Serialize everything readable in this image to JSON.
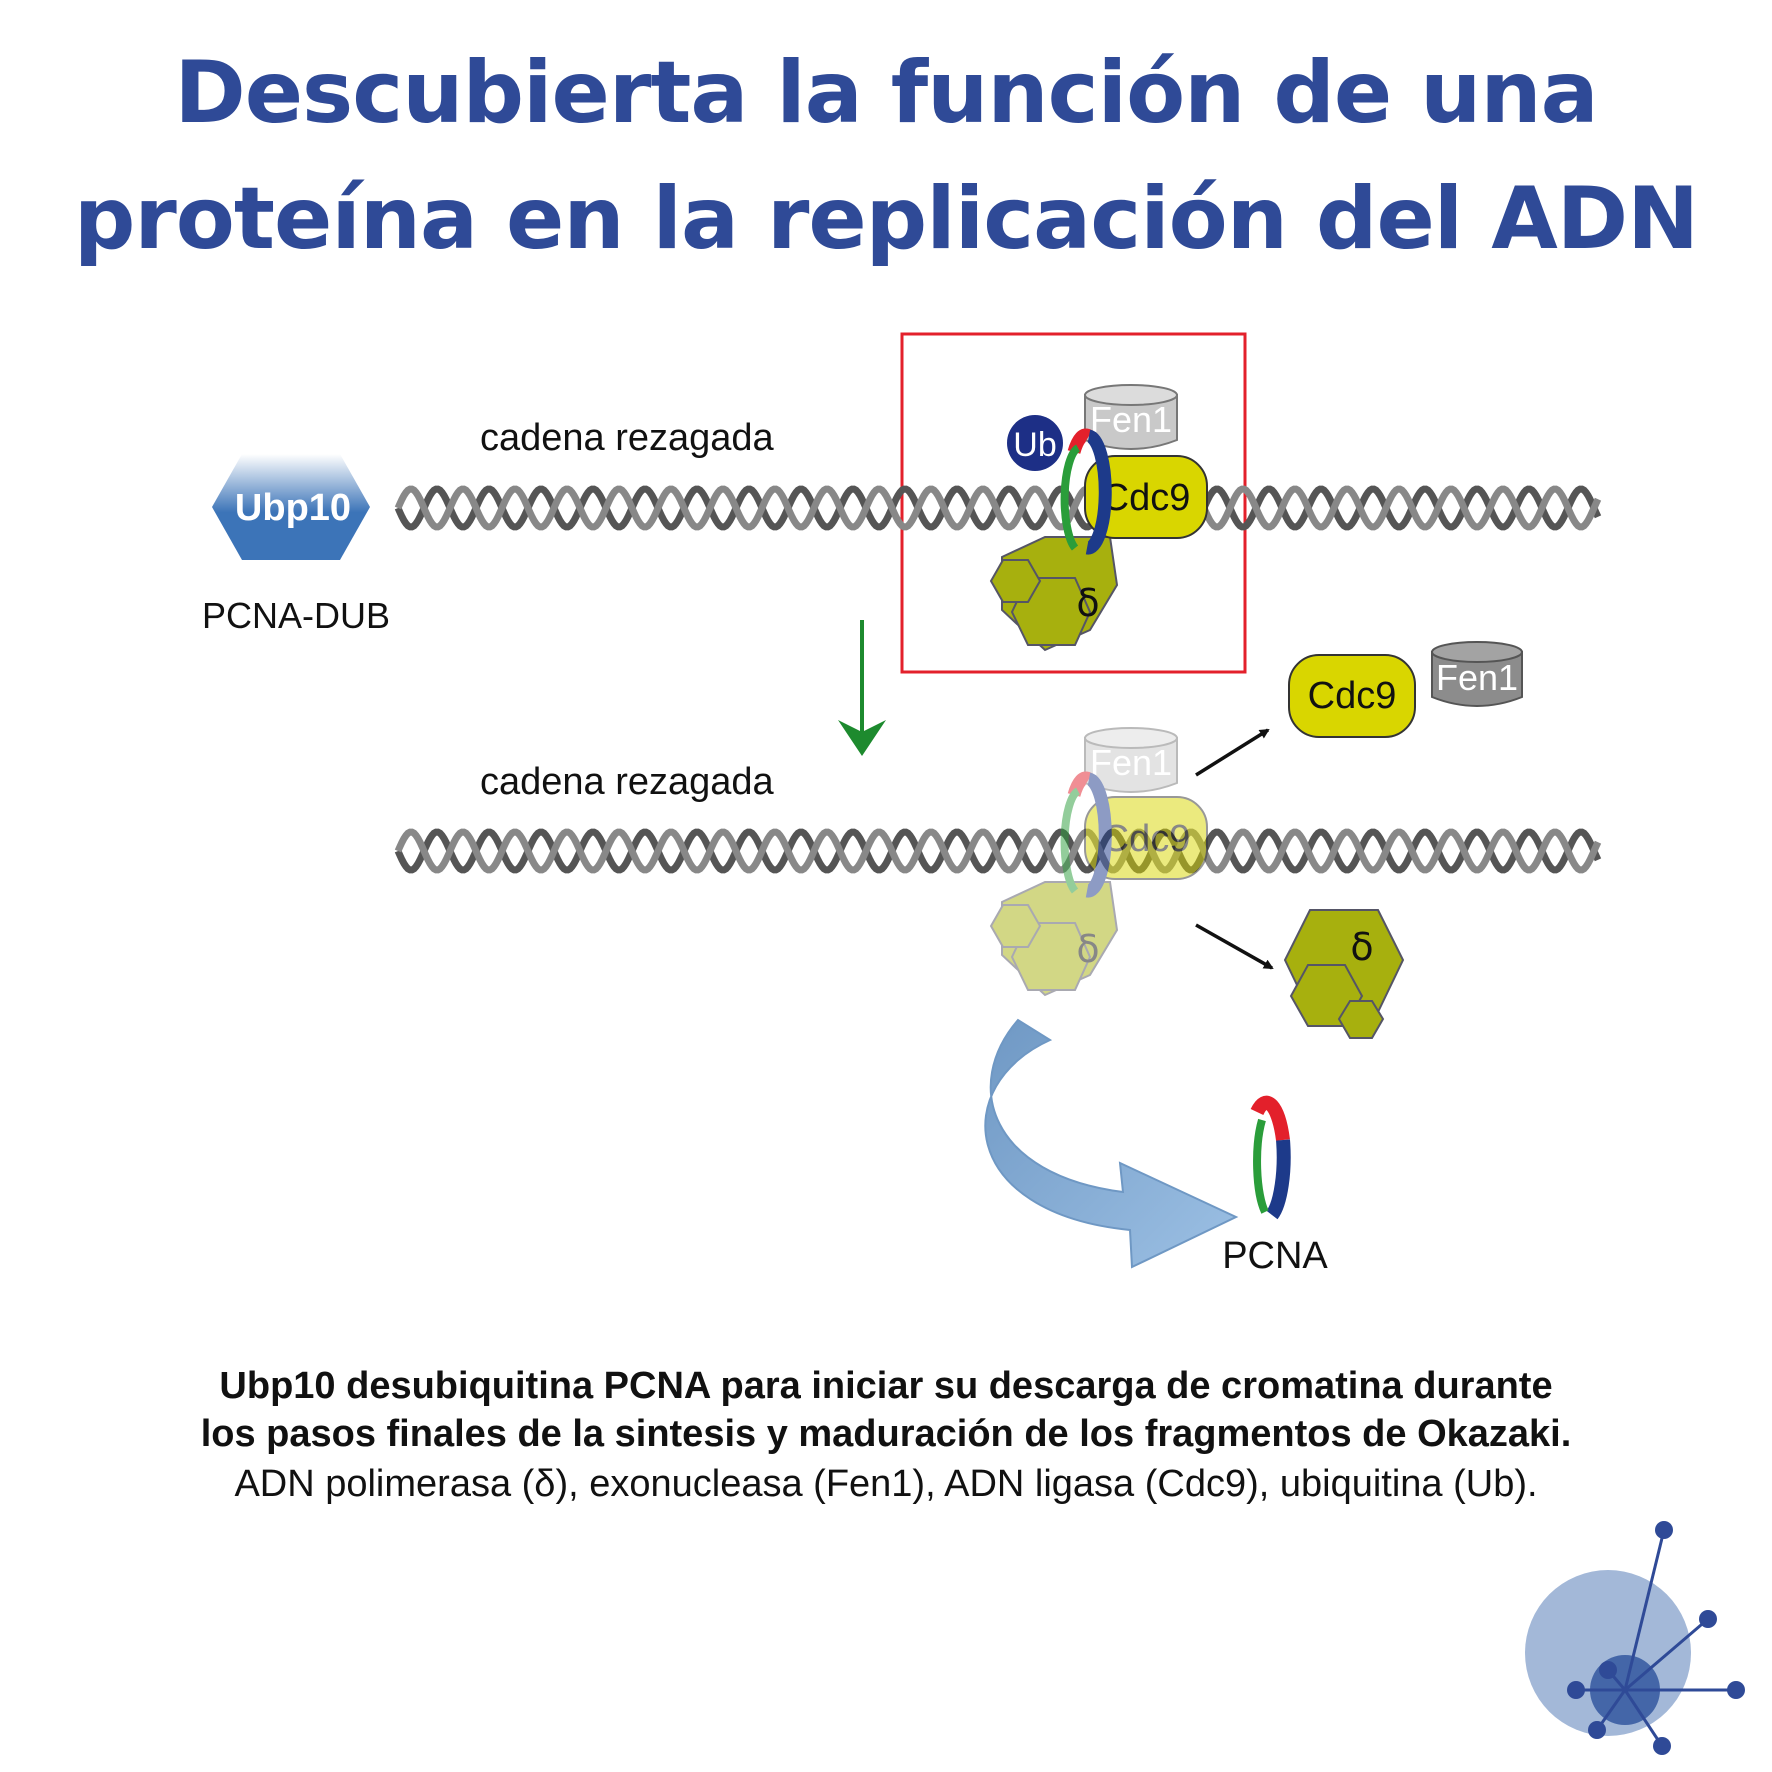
{
  "title": {
    "line1": "Descubierta la función de una",
    "line2": "proteína en la replicación del ADN"
  },
  "diagram": {
    "strand_label_top": "cadena rezagada",
    "strand_label_bottom": "cadena rezagada",
    "enzyme_label": "Ubp10",
    "enzyme_caption": "PCNA-DUB",
    "ubiquitin_label": "Ub",
    "fen1_label": "Fen1",
    "cdc9_label": "Cdc9",
    "delta_label": "δ",
    "pcna_label": "PCNA",
    "colors": {
      "title": "#2f4a97",
      "highlight_box": "#e3202b",
      "dna": "#6e6e6e",
      "cdc9": "#d9d600",
      "polymerase": "#a7b00e",
      "fen1": "#c9c9c9",
      "ubiquitin": "#1d2f86",
      "ubp10": "#3c74b8",
      "transition_arrow": "#1d8a2e",
      "recycle_arrow": "#7fa7d0",
      "pcna_red": "#e3202b",
      "pcna_blue": "#1d3a8a",
      "pcna_green": "#2a9d3a"
    }
  },
  "caption": {
    "bold_line1": "Ubp10 desubiquitina PCNA para iniciar su descarga de cromatina durante",
    "bold_line2": "los pasos finales de la sintesis y maduración de los fragmentos de Okazaki.",
    "normal_line": "ADN polimerasa (δ), exonucleasa (Fen1), ADN ligasa (Cdc9), ubiquitina (Ub)."
  },
  "logo": {
    "icon": "network-node-icon"
  }
}
